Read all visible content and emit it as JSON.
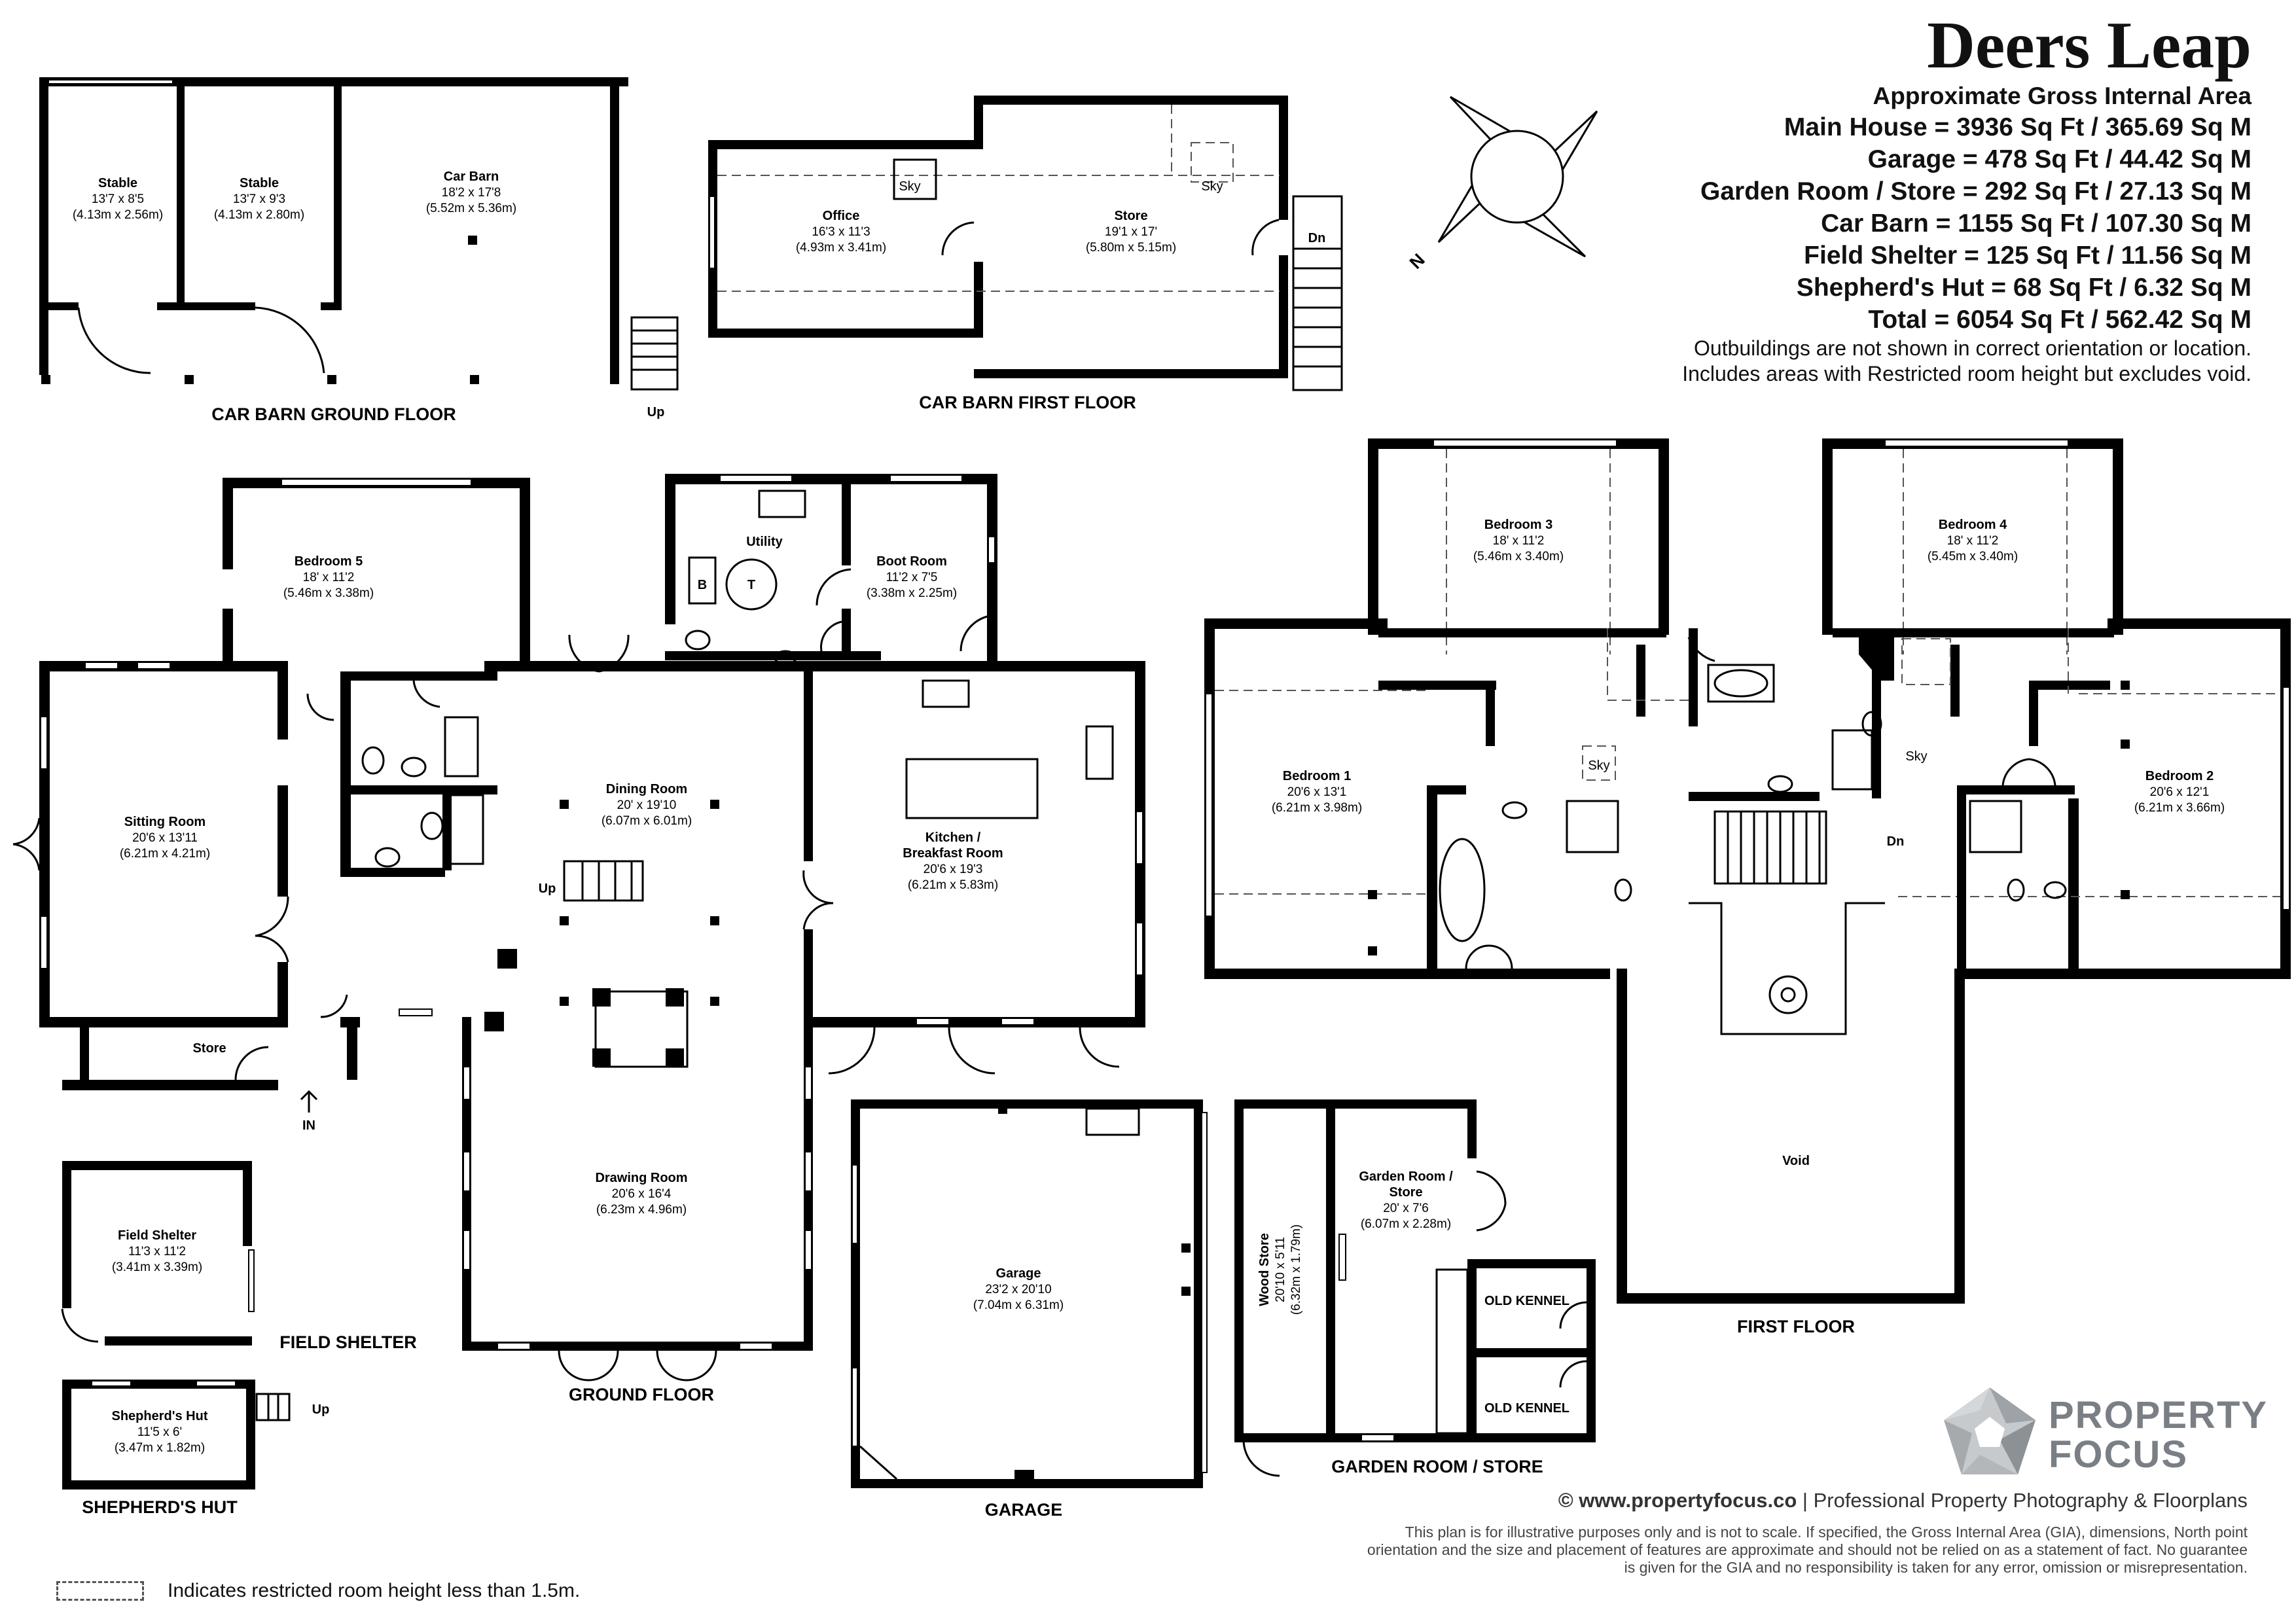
{
  "title": "Deers Leap",
  "area_heading": "Approximate Gross Internal Area",
  "areas": [
    "Main House = 3936 Sq Ft / 365.69 Sq M",
    "Garage = 478 Sq Ft / 44.42 Sq M",
    "Garden Room / Store = 292 Sq Ft / 27.13 Sq M",
    "Car Barn = 1155 Sq Ft / 107.30 Sq M",
    "Field Shelter = 125 Sq Ft / 11.56 Sq M",
    "Shepherd's Hut = 68 Sq Ft / 6.32 Sq M",
    "Total = 6054 Sq Ft / 562.42 Sq M"
  ],
  "notes": [
    "Outbuildings are not shown in correct orientation or location.",
    "Includes areas with Restricted room height but excludes void."
  ],
  "compass_label": "N",
  "sections": {
    "car_barn_ground": "CAR BARN GROUND FLOOR",
    "car_barn_first": "CAR BARN FIRST FLOOR",
    "ground": "GROUND FLOOR",
    "first": "FIRST FLOOR",
    "field_shelter": "FIELD SHELTER",
    "shepherds_hut": "SHEPHERD'S HUT",
    "garage": "GARAGE",
    "garden_room": "GARDEN ROOM / STORE"
  },
  "rooms": {
    "stable1": {
      "name": "Stable",
      "imperial": "13'7 x 8'5",
      "metric": "(4.13m x 2.56m)"
    },
    "stable2": {
      "name": "Stable",
      "imperial": "13'7 x 9'3",
      "metric": "(4.13m x 2.80m)"
    },
    "car_barn": {
      "name": "Car Barn",
      "imperial": "18'2 x 17'8",
      "metric": "(5.52m x 5.36m)"
    },
    "office": {
      "name": "Office",
      "imperial": "16'3 x 11'3",
      "metric": "(4.93m x 3.41m)"
    },
    "store_barn": {
      "name": "Store",
      "imperial": "19'1 x 17'",
      "metric": "(5.80m x 5.15m)"
    },
    "bedroom5": {
      "name": "Bedroom 5",
      "imperial": "18' x 11'2",
      "metric": "(5.46m x 3.38m)"
    },
    "utility": {
      "name": "Utility"
    },
    "boot_room": {
      "name": "Boot Room",
      "imperial": "11'2 x 7'5",
      "metric": "(3.38m x 2.25m)"
    },
    "sitting_room": {
      "name": "Sitting Room",
      "imperial": "20'6 x 13'11",
      "metric": "(6.21m x 4.21m)"
    },
    "dining_room": {
      "name": "Dining Room",
      "imperial": "20' x 19'10",
      "metric": "(6.07m x 6.01m)"
    },
    "kitchen_l1": {
      "name": "Kitchen /"
    },
    "kitchen_l2": {
      "name": "Breakfast Room",
      "imperial": "20'6 x 19'3",
      "metric": "(6.21m x 5.83m)"
    },
    "store_gf": {
      "name": "Store"
    },
    "drawing_room": {
      "name": "Drawing Room",
      "imperial": "20'6 x 16'4",
      "metric": "(6.23m x 4.96m)"
    },
    "field_shelter": {
      "name": "Field Shelter",
      "imperial": "11'3 x 11'2",
      "metric": "(3.41m x 3.39m)"
    },
    "shepherds_hut": {
      "name": "Shepherd's Hut",
      "imperial": "11'5 x 6'",
      "metric": "(3.47m x 1.82m)"
    },
    "garage": {
      "name": "Garage",
      "imperial": "23'2 x 20'10",
      "metric": "(7.04m x 6.31m)"
    },
    "wood_store": {
      "name": "Wood Store",
      "imperial": "20'10 x 5'11",
      "metric": "(6.32m x 1.79m)"
    },
    "garden_room_l1": {
      "name": "Garden Room /"
    },
    "garden_room_l2": {
      "name": "Store",
      "imperial": "20' x 7'6",
      "metric": "(6.07m x 2.28m)"
    },
    "old_kennel1": {
      "name": "OLD KENNEL"
    },
    "old_kennel2": {
      "name": "OLD KENNEL"
    },
    "bedroom3": {
      "name": "Bedroom 3",
      "imperial": "18' x 11'2",
      "metric": "(5.46m x 3.40m)"
    },
    "bedroom4": {
      "name": "Bedroom 4",
      "imperial": "18' x 11'2",
      "metric": "(5.45m x 3.40m)"
    },
    "bedroom1": {
      "name": "Bedroom 1",
      "imperial": "20'6 x 13'1",
      "metric": "(6.21m x 3.98m)"
    },
    "bedroom2": {
      "name": "Bedroom 2",
      "imperial": "20'6 x 12'1",
      "metric": "(6.21m x 3.66m)"
    },
    "void": {
      "name": "Void"
    }
  },
  "labels": {
    "sky": "Sky",
    "dn": "Dn",
    "up": "Up",
    "in": "IN",
    "bath_b": "B",
    "bath_t": "T"
  },
  "brand": {
    "line1": "PROPERTY",
    "line2": "FOCUS"
  },
  "credit_site": "© www.propertyfocus.co",
  "credit_rest": " | Professional Property Photography & Floorplans",
  "disclaimer": "This plan is for illustrative purposes only and is not to scale. If specified, the Gross Internal Area (GIA), dimensions, North point orientation and the size and placement of features are approximate and should not be relied on as a statement of fact. No guarantee is given for the GIA and no responsibility is taken for any error, omission or misrepresentation.",
  "legend": "Indicates restricted room height less than 1.5m."
}
